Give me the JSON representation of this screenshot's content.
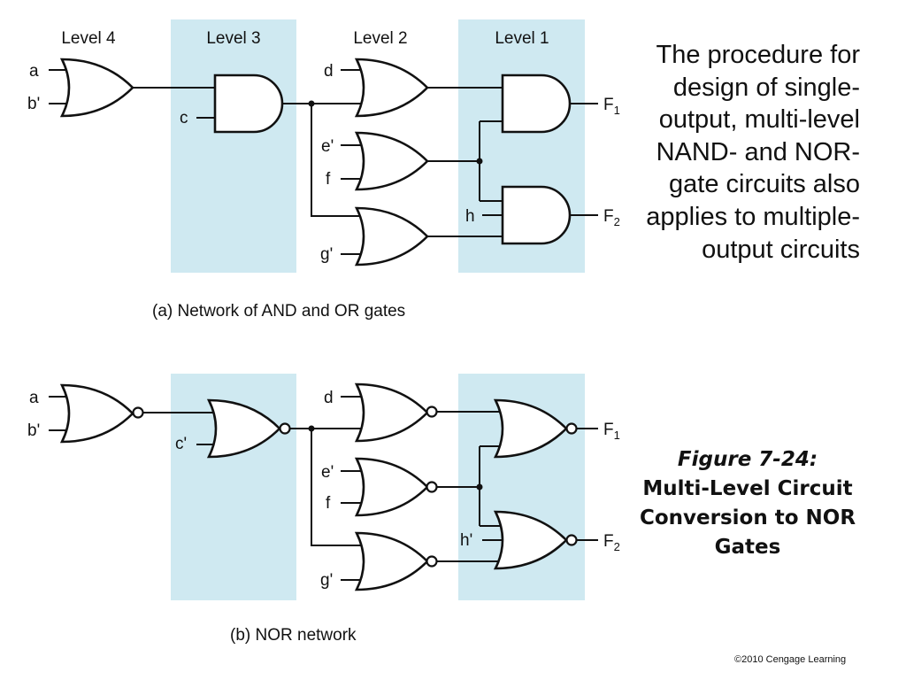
{
  "levels": [
    "Level 4",
    "Level 3",
    "Level 2",
    "Level 1"
  ],
  "network_a": {
    "caption": "(a) Network of AND and OR gates",
    "inputs": {
      "a": "a",
      "b": "b'",
      "c": "c",
      "d": "d",
      "e": "e'",
      "f": "f",
      "g": "g'",
      "h": "h"
    },
    "outputs": [
      {
        "name": "F",
        "sub": "1"
      },
      {
        "name": "F",
        "sub": "2"
      }
    ]
  },
  "network_b": {
    "caption": "(b) NOR network",
    "inputs": {
      "a": "a",
      "b": "b'",
      "c": "c'",
      "d": "d",
      "e": "e'",
      "f": "f",
      "g": "g'",
      "h": "h'"
    },
    "outputs": [
      {
        "name": "F",
        "sub": "1"
      },
      {
        "name": "F",
        "sub": "2"
      }
    ]
  },
  "side_text": "The procedure for design of single-output, multi-level NAND- and NOR-gate circuits also applies to multiple-output circuits",
  "figure": {
    "label": "Figure 7-24:",
    "title": "Multi-Level Circuit Conversion to NOR Gates"
  },
  "copyright": "©2010 Cengage Learning"
}
